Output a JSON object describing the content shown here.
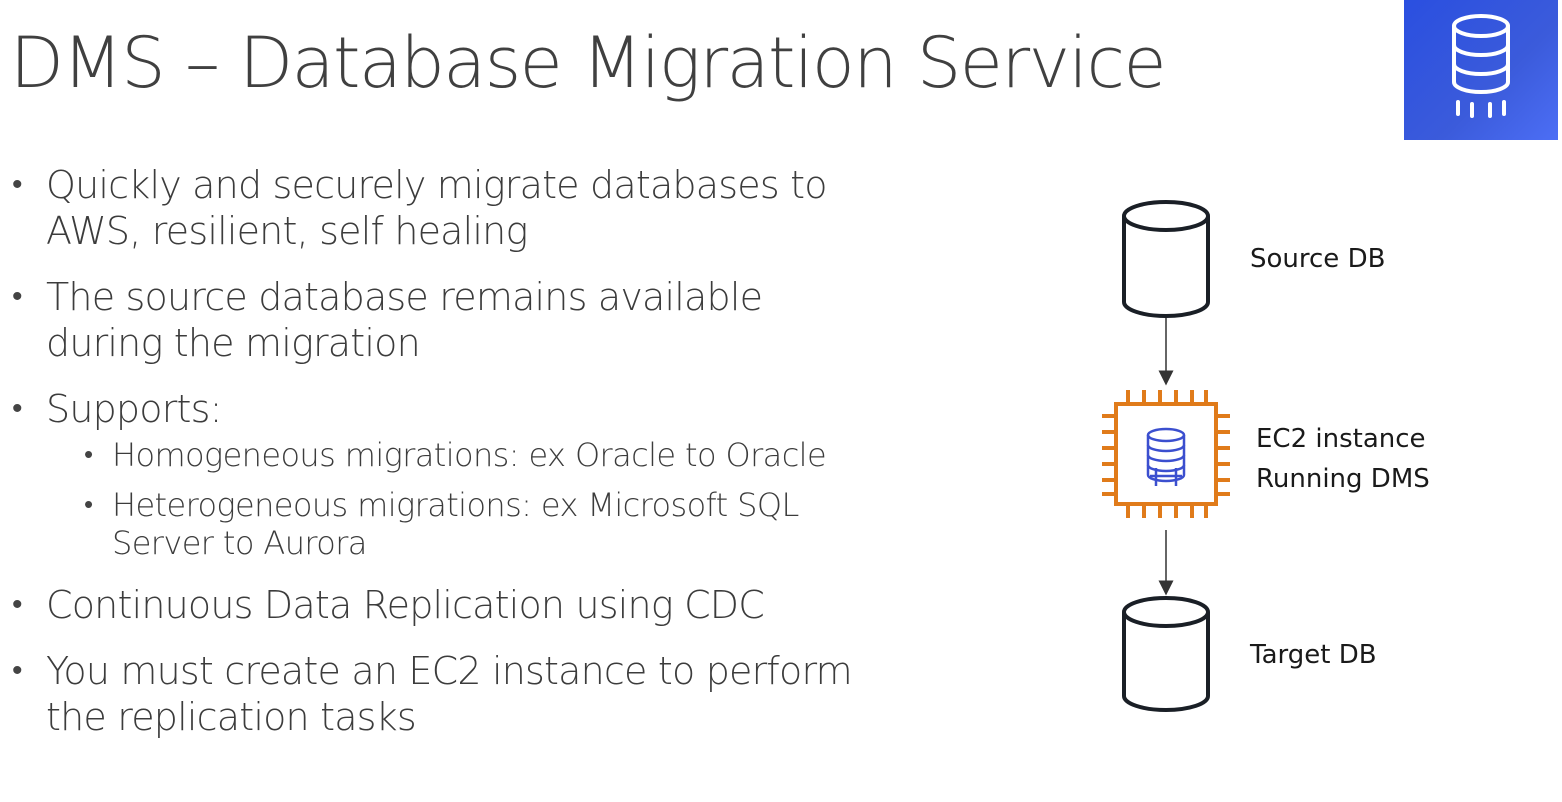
{
  "slide": {
    "title": "DMS – Database Migration Service",
    "service_icon": "database-migration-service-icon",
    "bullets": [
      {
        "text": "Quickly and securely migrate databases to AWS, resilient, self healing"
      },
      {
        "text": "The source database remains available during the migration"
      },
      {
        "text": "Supports:"
      },
      {
        "text": "Continuous Data Replication using CDC"
      },
      {
        "text": "You must create an EC2 instance to perform the replication tasks"
      }
    ],
    "sub_bullets": [
      {
        "text": "Homogeneous migrations: ex Oracle to Oracle"
      },
      {
        "text": "Heterogeneous migrations: ex Microsoft SQL Server to Aurora"
      }
    ]
  },
  "diagram": {
    "source_label": "Source DB",
    "ec2_label_line1": "EC2 instance",
    "ec2_label_line2": "Running DMS",
    "target_label": "Target DB",
    "colors": {
      "chip": "#e07b1a",
      "db_icon": "#3b4fcf",
      "badge": "#3b5bdb",
      "outline": "#1a1f26"
    }
  }
}
